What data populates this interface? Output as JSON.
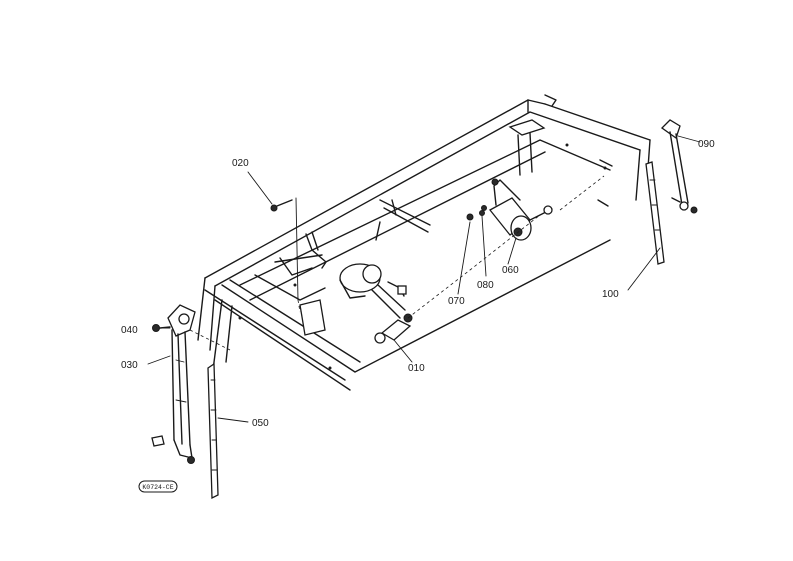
{
  "labels": {
    "p010": "010",
    "p020": "020",
    "p030": "030",
    "p040": "040",
    "p050": "050",
    "p060": "060",
    "p070": "070",
    "p080": "080",
    "p090": "090",
    "p100": "100"
  },
  "figure_code": "K0724-CE"
}
